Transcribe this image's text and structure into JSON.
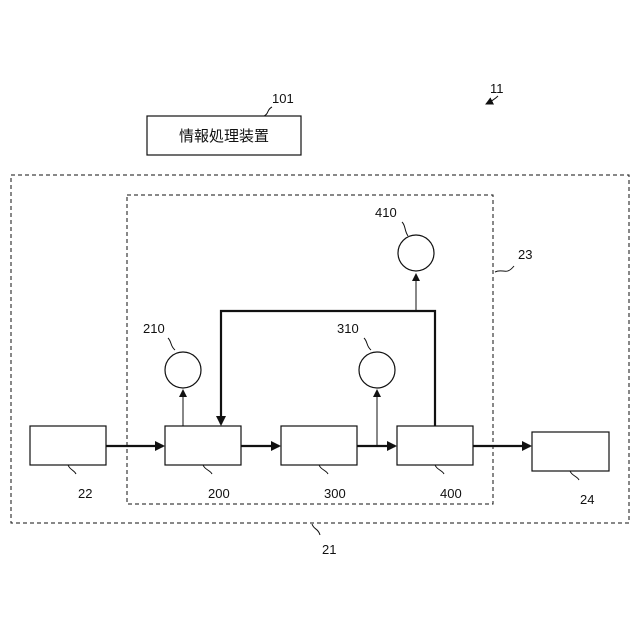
{
  "device": {
    "title": "情報処理装置",
    "ref": "101"
  },
  "figure_ref": "11",
  "outer_frame_ref": "21",
  "inner_frame_ref": "23",
  "blocks": {
    "input": "22",
    "b200": "200",
    "b300": "300",
    "b400": "400",
    "output": "24"
  },
  "circles": {
    "c210": "210",
    "c310": "310",
    "c410": "410"
  }
}
